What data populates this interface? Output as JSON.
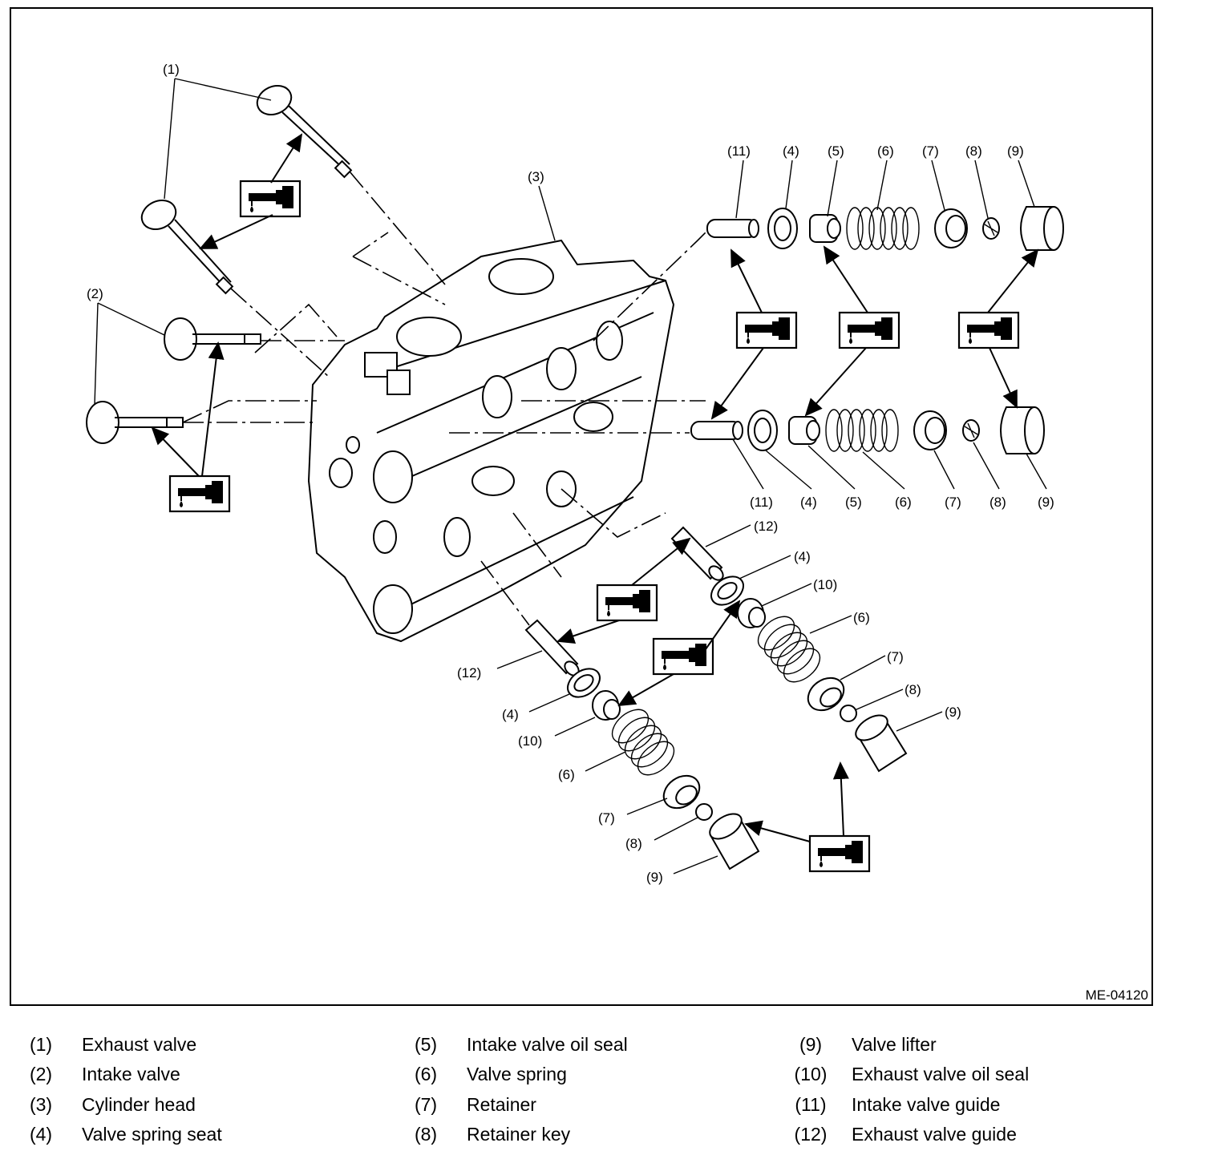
{
  "figure_code": "ME-04120",
  "callouts": {
    "c1": "(1)",
    "c2": "(2)",
    "c3": "(3)",
    "c4a": "(4)",
    "c4b": "(4)",
    "c4c": "(4)",
    "c4d": "(4)",
    "c5a": "(5)",
    "c5b": "(5)",
    "c6a": "(6)",
    "c6b": "(6)",
    "c6c": "(6)",
    "c6d": "(6)",
    "c7a": "(7)",
    "c7b": "(7)",
    "c7c": "(7)",
    "c7d": "(7)",
    "c8a": "(8)",
    "c8b": "(8)",
    "c8c": "(8)",
    "c8d": "(8)",
    "c9a": "(9)",
    "c9b": "(9)",
    "c9c": "(9)",
    "c9d": "(9)",
    "c10a": "(10)",
    "c10b": "(10)",
    "c11a": "(11)",
    "c11b": "(11)",
    "c12a": "(12)",
    "c12b": "(12)"
  },
  "legend": [
    {
      "num": "(1)",
      "text": "Exhaust valve"
    },
    {
      "num": "(2)",
      "text": "Intake valve"
    },
    {
      "num": "(3)",
      "text": "Cylinder head"
    },
    {
      "num": "(4)",
      "text": "Valve spring seat"
    },
    {
      "num": "(5)",
      "text": "Intake valve oil seal"
    },
    {
      "num": "(6)",
      "text": "Valve spring"
    },
    {
      "num": "(7)",
      "text": "Retainer"
    },
    {
      "num": "(8)",
      "text": "Retainer key"
    },
    {
      "num": "(9)",
      "text": "Valve lifter"
    },
    {
      "num": "(10)",
      "text": "Exhaust valve oil seal"
    },
    {
      "num": "(11)",
      "text": "Intake valve guide"
    },
    {
      "num": "(12)",
      "text": "Exhaust valve guide"
    }
  ],
  "icons": {
    "oil_symbol": "oil-can-icon"
  }
}
